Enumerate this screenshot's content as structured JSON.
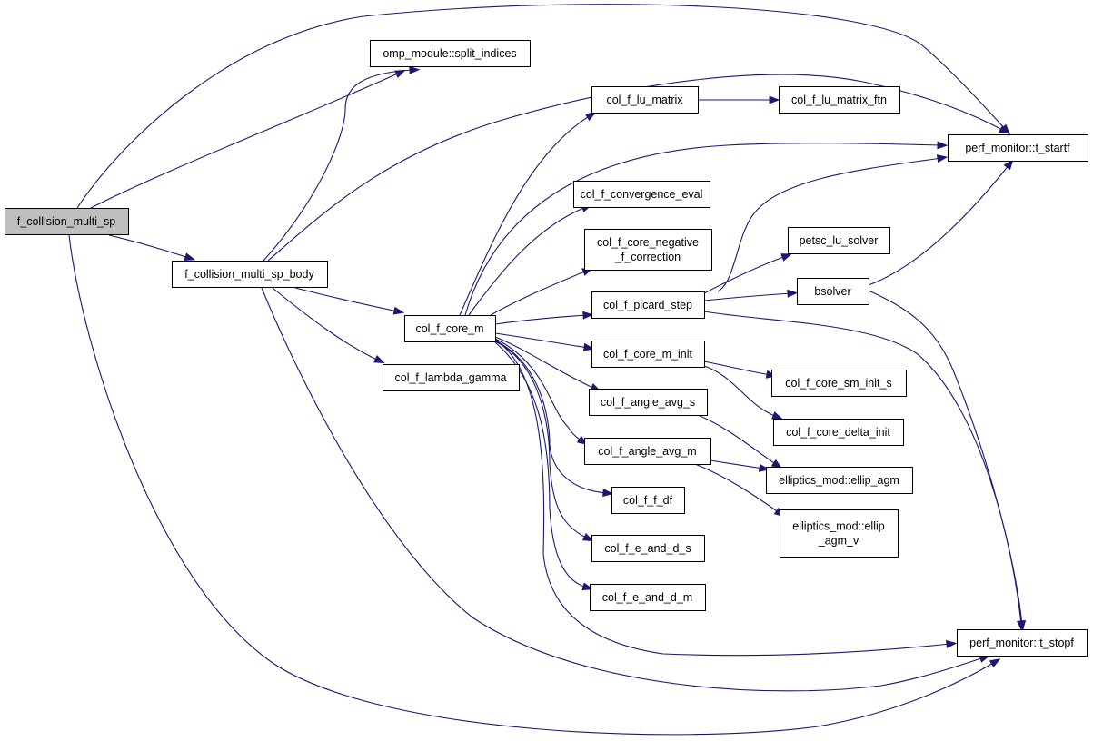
{
  "colors": {
    "edge": "#191970",
    "node_fill": "#ffffff",
    "root_fill": "#bfbfbf",
    "border": "#000000"
  },
  "nodes": [
    {
      "id": "f_collision_multi_sp",
      "lines": [
        "f_collision_multi_sp"
      ],
      "root": true
    },
    {
      "id": "omp_split_indices",
      "lines": [
        "omp_module::split_indices"
      ]
    },
    {
      "id": "f_collision_multi_sp_body",
      "lines": [
        "f_collision_multi_sp_body"
      ]
    },
    {
      "id": "col_f_core_m",
      "lines": [
        "col_f_core_m"
      ]
    },
    {
      "id": "col_f_lambda_gamma",
      "lines": [
        "col_f_lambda_gamma"
      ]
    },
    {
      "id": "col_f_lu_matrix",
      "lines": [
        "col_f_lu_matrix"
      ]
    },
    {
      "id": "col_f_lu_matrix_ftn",
      "lines": [
        "col_f_lu_matrix_ftn"
      ]
    },
    {
      "id": "col_f_convergence_eval",
      "lines": [
        "col_f_convergence_eval"
      ]
    },
    {
      "id": "col_f_core_negative_f_correction",
      "lines": [
        "col_f_core_negative",
        "_f_correction"
      ]
    },
    {
      "id": "col_f_picard_step",
      "lines": [
        "col_f_picard_step"
      ]
    },
    {
      "id": "col_f_core_m_init",
      "lines": [
        "col_f_core_m_init"
      ]
    },
    {
      "id": "col_f_angle_avg_s",
      "lines": [
        "col_f_angle_avg_s"
      ]
    },
    {
      "id": "col_f_angle_avg_m",
      "lines": [
        "col_f_angle_avg_m"
      ]
    },
    {
      "id": "col_f_f_df",
      "lines": [
        "col_f_f_df"
      ]
    },
    {
      "id": "col_f_e_and_d_s",
      "lines": [
        "col_f_e_and_d_s"
      ]
    },
    {
      "id": "col_f_e_and_d_m",
      "lines": [
        "col_f_e_and_d_m"
      ]
    },
    {
      "id": "perf_monitor_t_startf",
      "lines": [
        "perf_monitor::t_startf"
      ]
    },
    {
      "id": "petsc_lu_solver",
      "lines": [
        "petsc_lu_solver"
      ]
    },
    {
      "id": "bsolver",
      "lines": [
        "bsolver"
      ]
    },
    {
      "id": "col_f_core_sm_init_s",
      "lines": [
        "col_f_core_sm_init_s"
      ]
    },
    {
      "id": "col_f_core_delta_init",
      "lines": [
        "col_f_core_delta_init"
      ]
    },
    {
      "id": "elliptics_mod_ellip_agm",
      "lines": [
        "elliptics_mod::ellip_agm"
      ]
    },
    {
      "id": "elliptics_mod_ellip_agm_v",
      "lines": [
        "elliptics_mod::ellip",
        "_agm_v"
      ]
    },
    {
      "id": "perf_monitor_t_stopf",
      "lines": [
        "perf_monitor::t_stopf"
      ]
    }
  ],
  "edges": [
    {
      "from": "f_collision_multi_sp",
      "to": "omp_split_indices"
    },
    {
      "from": "f_collision_multi_sp",
      "to": "perf_monitor_t_startf"
    },
    {
      "from": "f_collision_multi_sp",
      "to": "f_collision_multi_sp_body"
    },
    {
      "from": "f_collision_multi_sp",
      "to": "perf_monitor_t_stopf"
    },
    {
      "from": "f_collision_multi_sp_body",
      "to": "omp_split_indices"
    },
    {
      "from": "f_collision_multi_sp_body",
      "to": "perf_monitor_t_startf"
    },
    {
      "from": "f_collision_multi_sp_body",
      "to": "col_f_core_m"
    },
    {
      "from": "f_collision_multi_sp_body",
      "to": "col_f_lambda_gamma"
    },
    {
      "from": "f_collision_multi_sp_body",
      "to": "perf_monitor_t_stopf"
    },
    {
      "from": "col_f_core_m",
      "to": "col_f_lu_matrix"
    },
    {
      "from": "col_f_core_m",
      "to": "perf_monitor_t_startf"
    },
    {
      "from": "col_f_core_m",
      "to": "col_f_convergence_eval"
    },
    {
      "from": "col_f_core_m",
      "to": "col_f_core_negative_f_correction"
    },
    {
      "from": "col_f_core_m",
      "to": "col_f_picard_step"
    },
    {
      "from": "col_f_core_m",
      "to": "col_f_core_m_init"
    },
    {
      "from": "col_f_core_m",
      "to": "col_f_angle_avg_s"
    },
    {
      "from": "col_f_core_m",
      "to": "col_f_angle_avg_m"
    },
    {
      "from": "col_f_core_m",
      "to": "col_f_f_df"
    },
    {
      "from": "col_f_core_m",
      "to": "col_f_e_and_d_s"
    },
    {
      "from": "col_f_core_m",
      "to": "col_f_e_and_d_m"
    },
    {
      "from": "col_f_core_m",
      "to": "perf_monitor_t_stopf"
    },
    {
      "from": "col_f_lu_matrix",
      "to": "col_f_lu_matrix_ftn"
    },
    {
      "from": "col_f_picard_step",
      "to": "perf_monitor_t_startf"
    },
    {
      "from": "col_f_picard_step",
      "to": "petsc_lu_solver"
    },
    {
      "from": "col_f_picard_step",
      "to": "bsolver"
    },
    {
      "from": "col_f_picard_step",
      "to": "perf_monitor_t_stopf"
    },
    {
      "from": "bsolver",
      "to": "perf_monitor_t_startf"
    },
    {
      "from": "bsolver",
      "to": "perf_monitor_t_stopf"
    },
    {
      "from": "col_f_core_m_init",
      "to": "col_f_core_sm_init_s"
    },
    {
      "from": "col_f_core_m_init",
      "to": "col_f_core_delta_init"
    },
    {
      "from": "col_f_angle_avg_s",
      "to": "elliptics_mod_ellip_agm"
    },
    {
      "from": "col_f_angle_avg_m",
      "to": "elliptics_mod_ellip_agm"
    },
    {
      "from": "col_f_angle_avg_m",
      "to": "elliptics_mod_ellip_agm_v"
    }
  ]
}
